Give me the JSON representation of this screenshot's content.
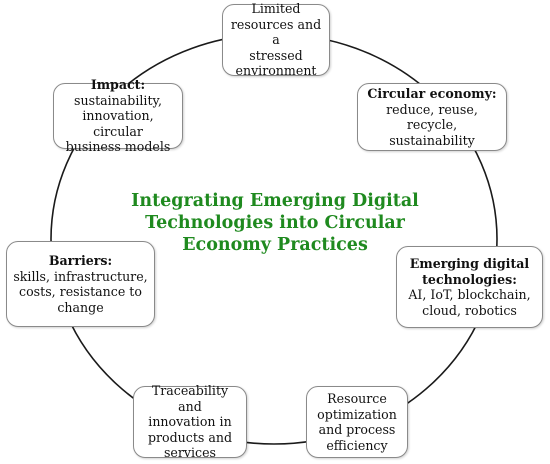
{
  "diagram": {
    "title": "Integrating Emerging Digital\nTechnologies into Circular\nEconomy Practices",
    "nodes": [
      {
        "id": "limited-resources",
        "title": "",
        "body": "Limited\nresources and a\nstressed\nenvironment"
      },
      {
        "id": "circular-economy",
        "title": "Circular economy:",
        "body": "reduce, reuse, recycle,\nsustainability"
      },
      {
        "id": "emerging-digital-technologies",
        "title": "Emerging digital\ntechnologies:",
        "body": "AI, IoT, blockchain,\ncloud, robotics"
      },
      {
        "id": "resource-optimization",
        "title": "",
        "body": "Resource\noptimization\nand process\nefficiency"
      },
      {
        "id": "traceability-innovation",
        "title": "",
        "body": "Traceability and\ninnovation in\nproducts and\nservices"
      },
      {
        "id": "barriers",
        "title": "Barriers:",
        "body": "skills, infrastructure,\ncosts, resistance to\nchange"
      },
      {
        "id": "impact",
        "title": "Impact:",
        "body": "sustainability,\ninnovation, circular\nbusiness models"
      }
    ],
    "colors": {
      "title": "#1f8a1f",
      "ring": "#1a1a1a",
      "node_border": "#8a8a8a"
    }
  }
}
